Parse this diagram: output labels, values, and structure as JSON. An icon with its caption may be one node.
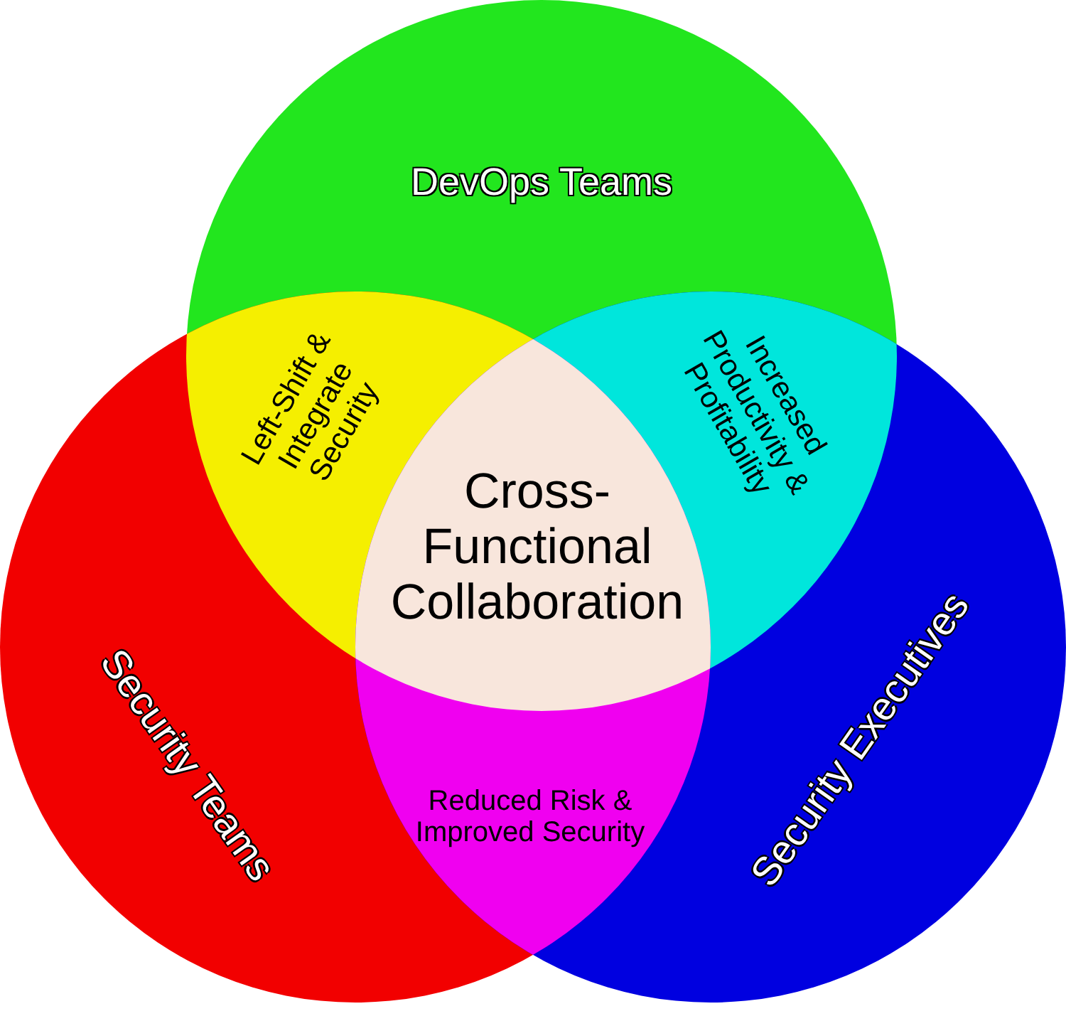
{
  "diagram": {
    "nodes": [
      {
        "text": [
          "DevOps Teams"
        ]
      },
      {
        "text": [
          "Left-Shift & Integrate Security"
        ]
      },
      {
        "text": [
          "Increased Productivity & Profitability"
        ]
      },
      {
        "text": [
          "Cross-Functional Collaboration"
        ]
      },
      {
        "text": [
          "Security Teams"
        ]
      },
      {
        "text": [
          "Reduced Risk & Improved Security"
        ]
      },
      {
        "text": [
          "Security Executives"
        ]
      }
    ]
  }
}
